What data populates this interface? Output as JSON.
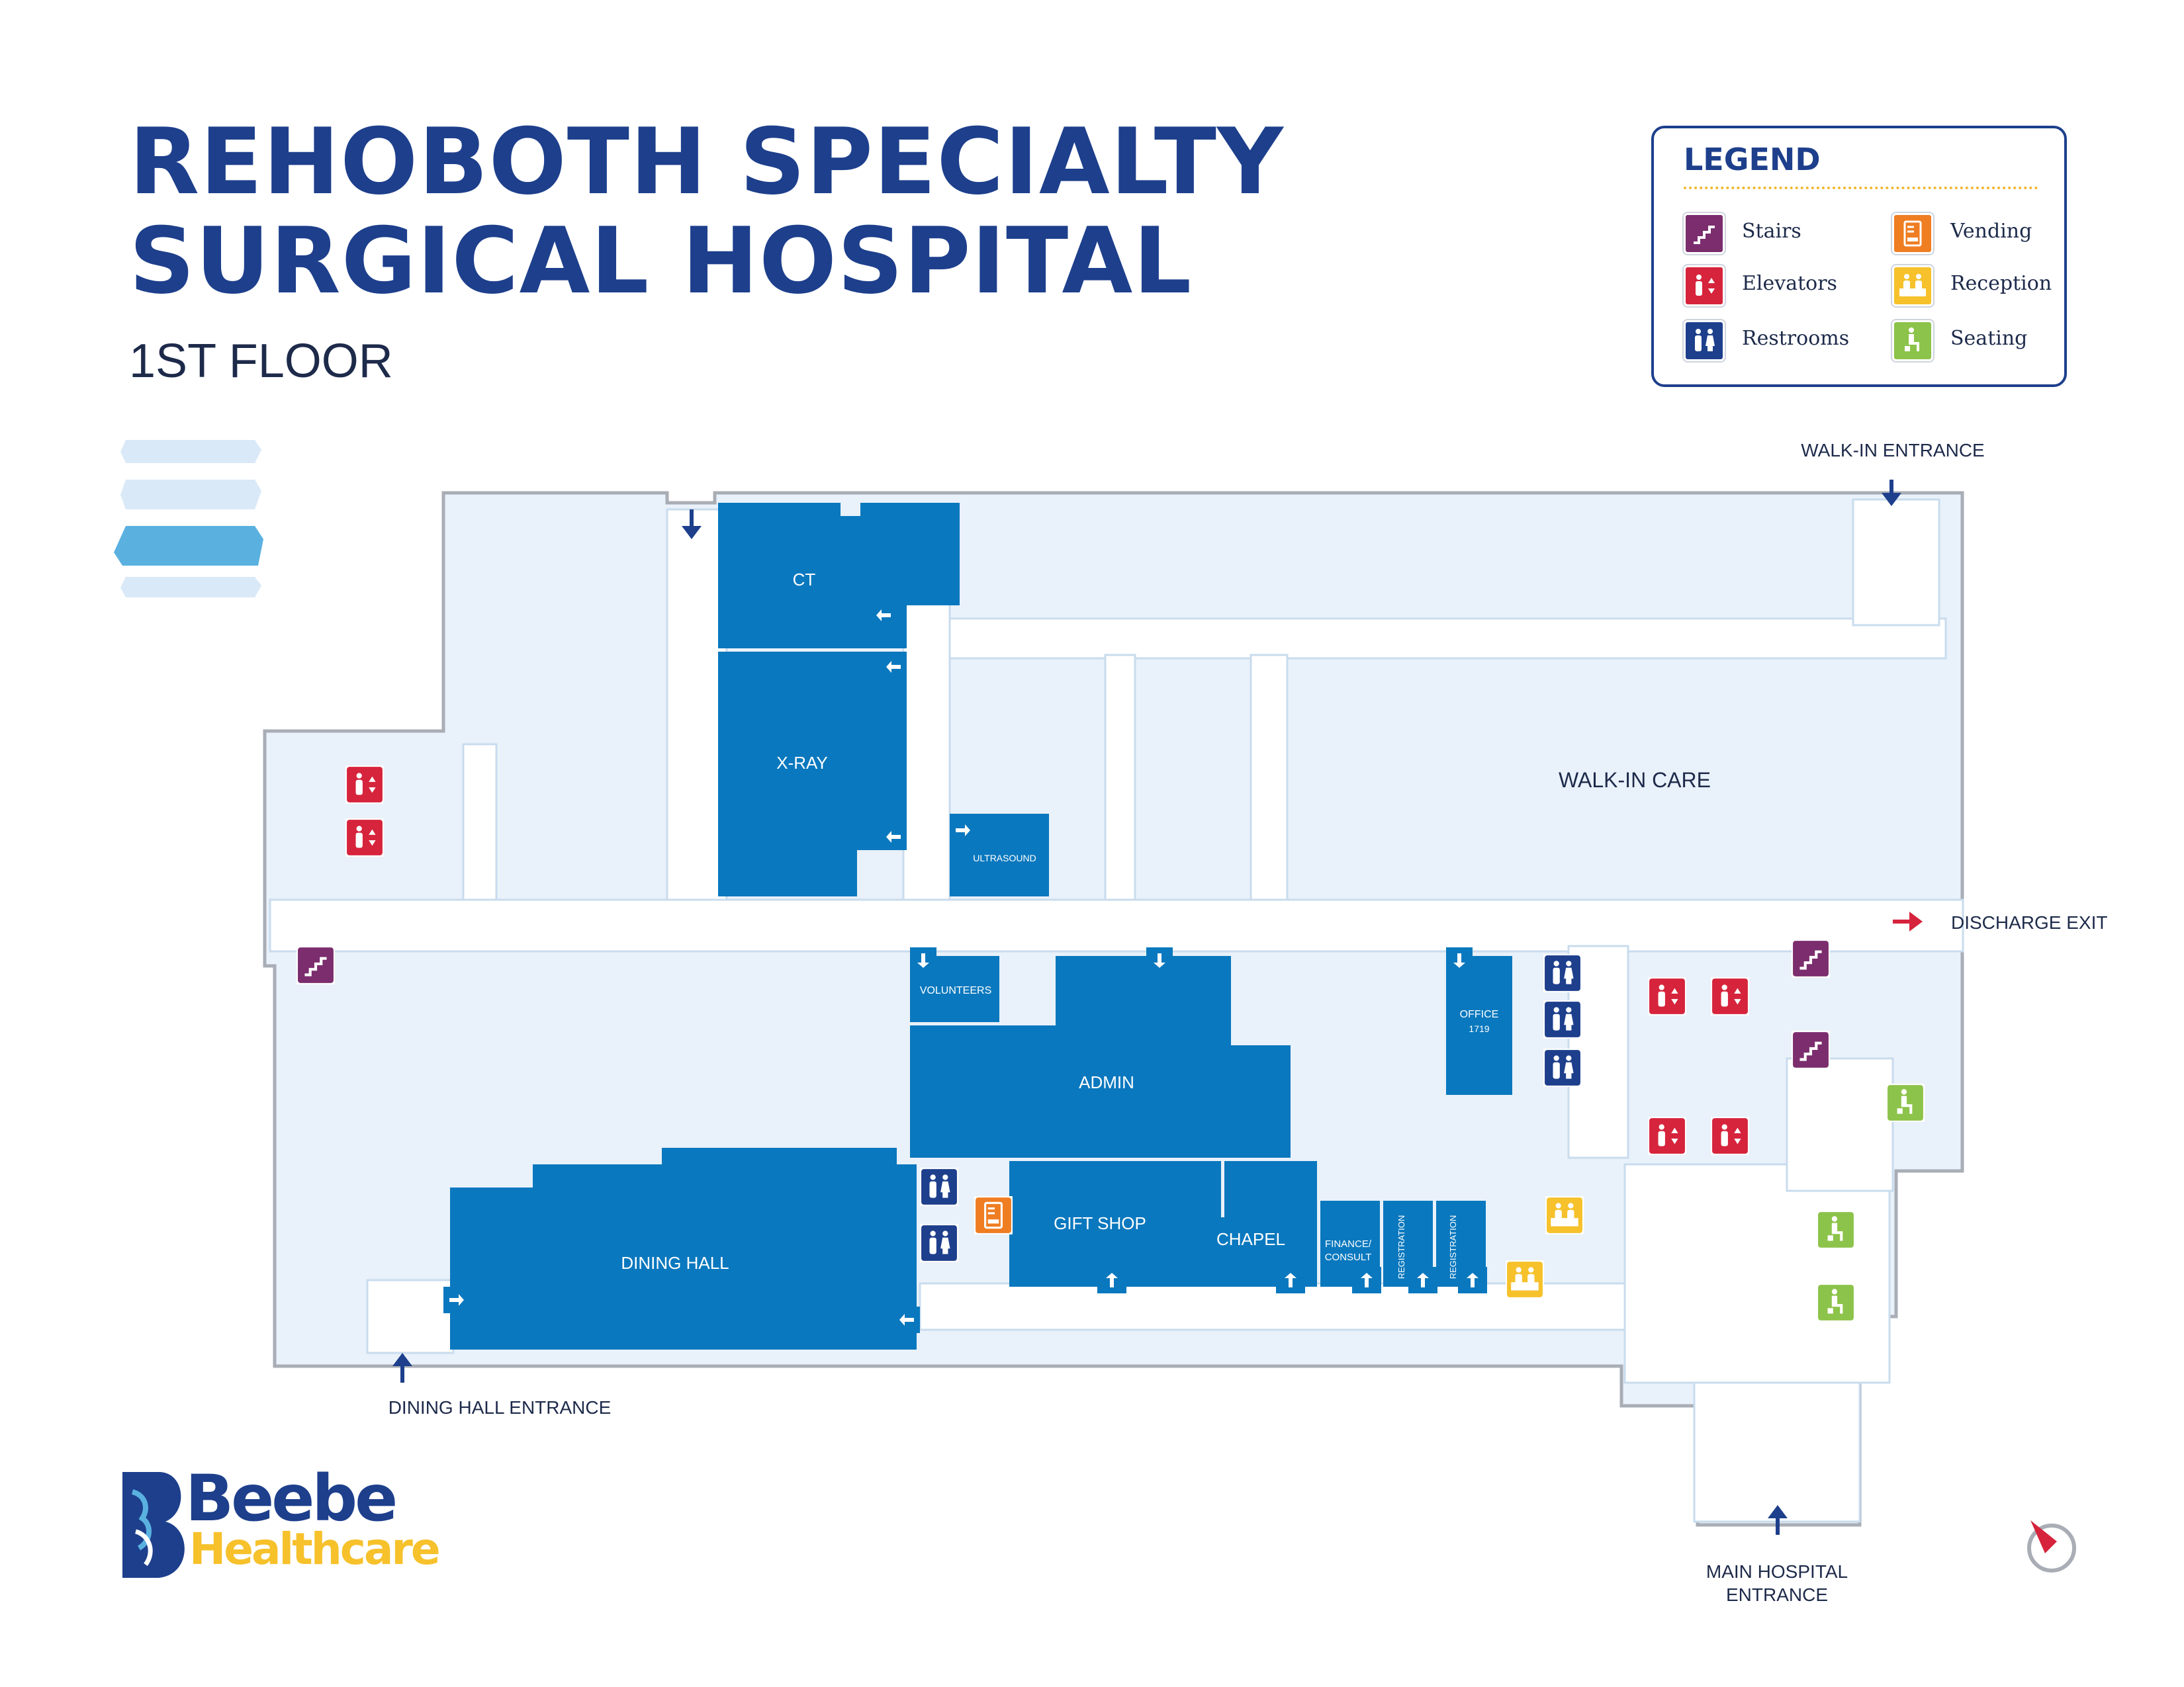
{
  "header": {
    "title_line1": "REHOBOTH SPECIALTY",
    "title_line2": "SURGICAL HOSPITAL",
    "floor": "1ST FLOOR"
  },
  "legend": {
    "title": "LEGEND",
    "items": [
      {
        "label": "Stairs",
        "icon": "stairs-icon",
        "color": "#7b2d6e"
      },
      {
        "label": "Elevators",
        "icon": "elevator-icon",
        "color": "#d6243c"
      },
      {
        "label": "Restrooms",
        "icon": "restroom-icon",
        "color": "#1d3f8c"
      },
      {
        "label": "Vending",
        "icon": "vending-icon",
        "color": "#ef7d22"
      },
      {
        "label": "Reception",
        "icon": "reception-icon",
        "color": "#f6c12b"
      },
      {
        "label": "Seating",
        "icon": "seating-icon",
        "color": "#8cc34a"
      }
    ]
  },
  "rooms": {
    "ct": "CT",
    "xray": "X-RAY",
    "ultrasound": "ULTRASOUND",
    "walkin_care": "WALK-IN CARE",
    "volunteers": "VOLUNTEERS",
    "admin": "ADMIN",
    "office_line1": "OFFICE",
    "office_line2": "1719",
    "dining_hall": "DINING HALL",
    "gift_shop": "GIFT SHOP",
    "chapel": "CHAPEL",
    "finance_line1": "FINANCE/",
    "finance_line2": "CONSULT",
    "registration1": "REGISTRATION",
    "registration2": "REGISTRATION"
  },
  "entrances": {
    "walkin": "WALK-IN ENTRANCE",
    "discharge": "DISCHARGE EXIT",
    "dining": "DINING HALL ENTRANCE",
    "main_line1": "MAIN HOSPITAL",
    "main_line2": "ENTRANCE"
  },
  "logo": {
    "name": "Beebe",
    "sub": "Healthcare"
  },
  "colors": {
    "room": "#0a78be",
    "floor": "#e9f1fa",
    "title": "#1d3f8c",
    "current_floor": "#5ab1e0",
    "other_floor": "#d9e9f7"
  }
}
